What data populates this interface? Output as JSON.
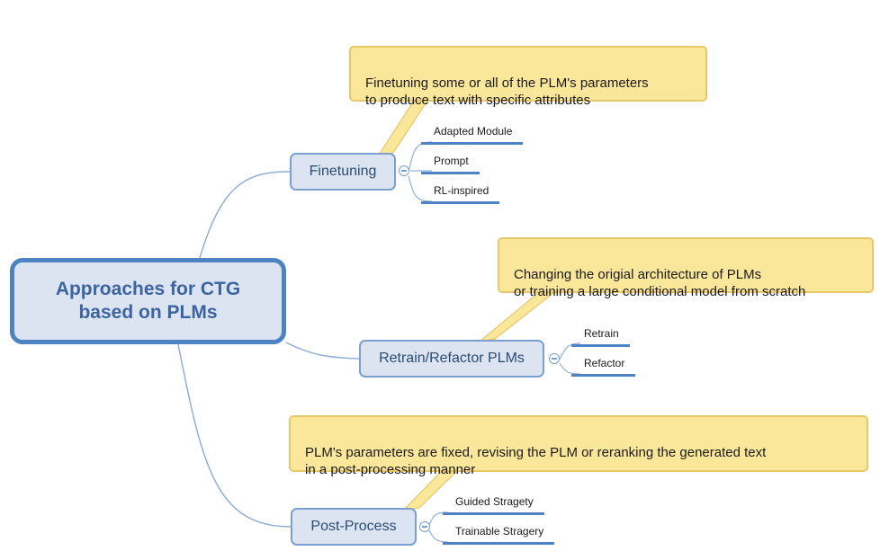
{
  "root": {
    "title": "Approaches for CTG\nbased on PLMs"
  },
  "branches": [
    {
      "label": "Finetuning",
      "note": "Finetuning some or all of the PLM's parameters\n to  produce text with specific attributes",
      "children": [
        "Adapted Module",
        "Prompt",
        "RL-inspired"
      ]
    },
    {
      "label": "Retrain/Refactor PLMs",
      "note": "Changing the origial architecture of PLMs\nor training a large conditional model from scratch",
      "children": [
        "Retrain",
        "Refactor"
      ]
    },
    {
      "label": "Post-Process",
      "note": "PLM's parameters are fixed,  revising the PLM  or  reranking the generated text\nin a post-processing manner",
      "children": [
        "Guided Stragety",
        "Trainable Stragery"
      ]
    }
  ],
  "colors": {
    "root_fill": "#dce4f1",
    "root_border": "#4d82c3",
    "branch_border": "#7a9fd0",
    "note_fill": "#fbe79a",
    "note_border": "#e7c769",
    "leaf_underline": "#4d82c3"
  }
}
